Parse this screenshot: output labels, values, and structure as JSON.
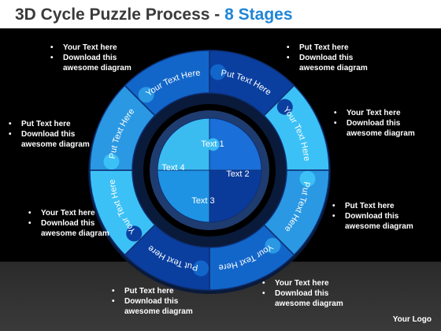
{
  "title": {
    "main": "3D Cycle Puzzle Process -",
    "accent": "8 Stages"
  },
  "ring_segments": [
    {
      "label": "Put Text Here",
      "color": "#0a3fa0"
    },
    {
      "label": "Your Text Here",
      "color": "#3cc1f6"
    },
    {
      "label": "Put Text Here",
      "color": "#2a98e3"
    },
    {
      "label": "Your Text Here",
      "color": "#1266c9"
    },
    {
      "label": "Put Text Here",
      "color": "#0a3fa0"
    },
    {
      "label": "Your Text Here",
      "color": "#3cc1f6"
    },
    {
      "label": "Put Text Here",
      "color": "#2a98e3"
    },
    {
      "label": "Your Text Here",
      "color": "#1266c9"
    }
  ],
  "inner_pieces": [
    {
      "label": "Text 1",
      "color": "#1a6fd8"
    },
    {
      "label": "Text 2",
      "color": "#0b3b9a"
    },
    {
      "label": "Text 3",
      "color": "#1f93e3"
    },
    {
      "label": "Text 4",
      "color": "#3bbcf1"
    }
  ],
  "callouts": {
    "top_left": {
      "line1": "Your Text here",
      "line2": "Download this",
      "line3": "awesome diagram"
    },
    "top_right": {
      "line1": "Put Text here",
      "line2": "Download this",
      "line3": "awesome diagram"
    },
    "right_upper": {
      "line1": "Your Text here",
      "line2": "Download this",
      "line3": "awesome diagram"
    },
    "right_lower": {
      "line1": "Put Text here",
      "line2": "Download this",
      "line3": "awesome diagram"
    },
    "bottom_right": {
      "line1": "Your Text here",
      "line2": "Download this",
      "line3": "awesome diagram"
    },
    "bottom_left": {
      "line1": "Put Text here",
      "line2": "Download this",
      "line3": "awesome diagram"
    },
    "left_lower": {
      "line1": "Your Text here",
      "line2": "Download this",
      "line3": "awesome diagram"
    },
    "left_upper": {
      "line1": "Put Text here",
      "line2": "Download this",
      "line3": "awesome diagram"
    }
  },
  "logo": "Your Logo"
}
